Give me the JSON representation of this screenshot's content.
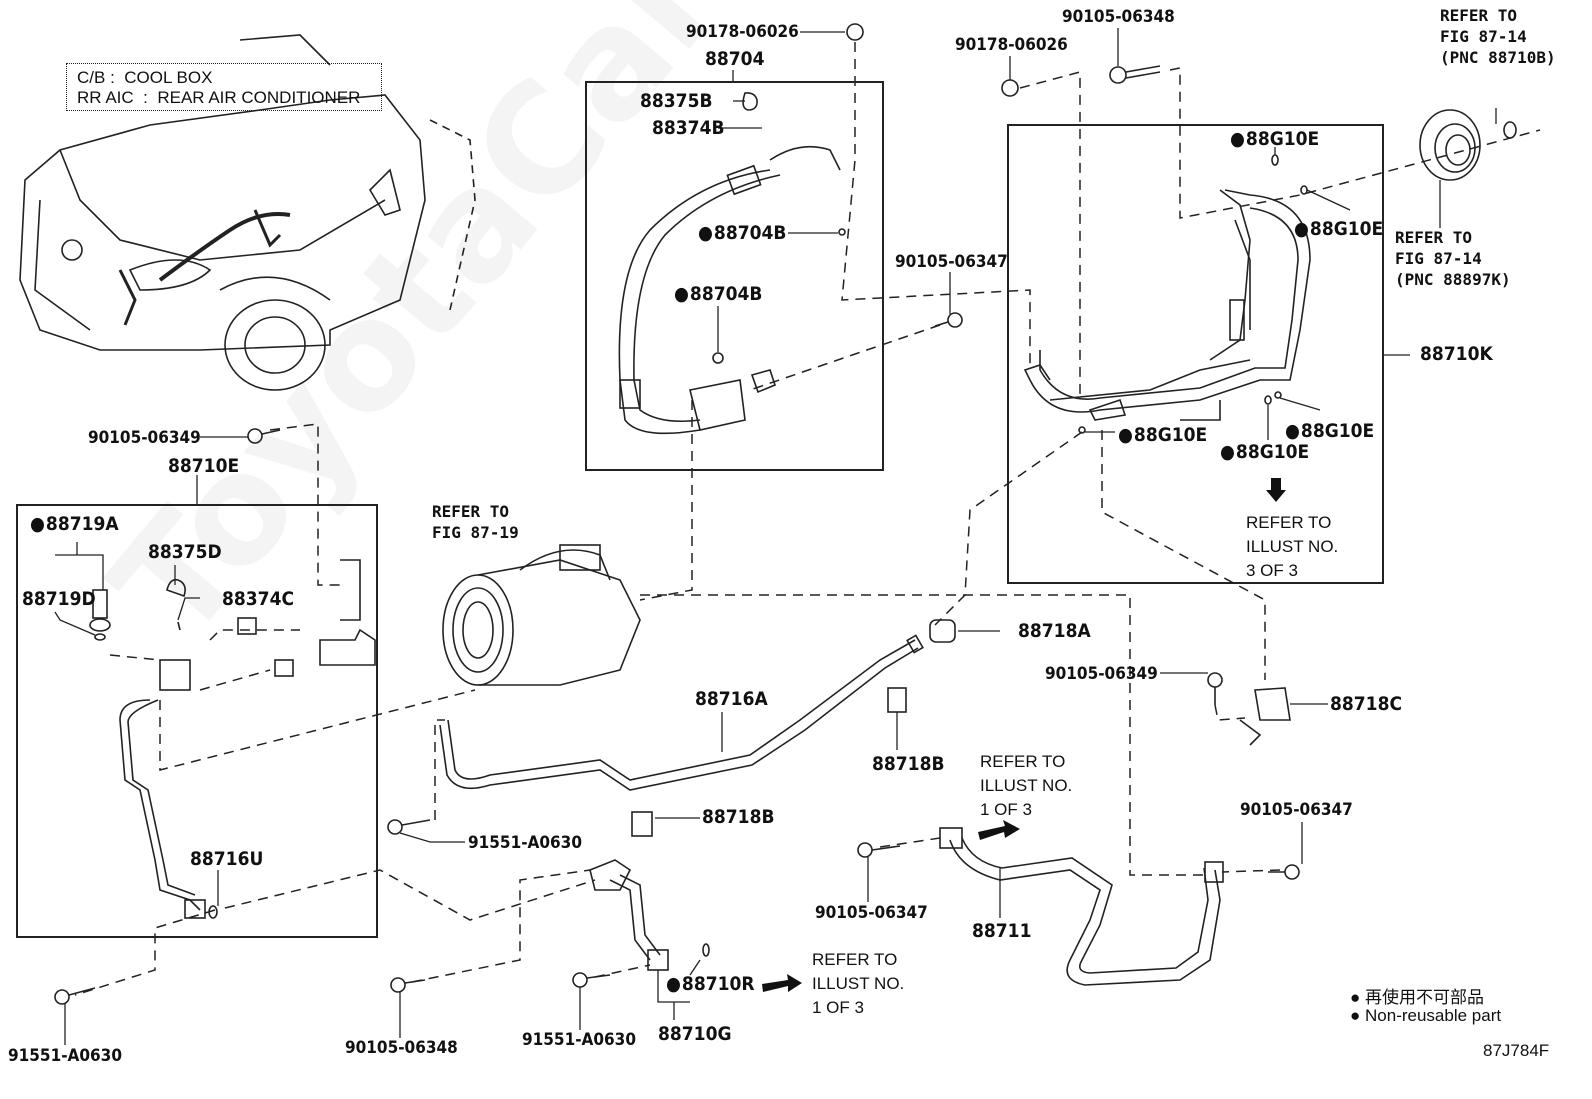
{
  "figure_id": "87J784F",
  "abbreviations": [
    {
      "abbr": "C/B",
      "separator": ":",
      "meaning": "COOL BOX"
    },
    {
      "abbr": "RR AIC",
      "separator": ":",
      "meaning": "REAR AIR CONDITIONER"
    }
  ],
  "watermark": "ToyotaCarMiner.ru",
  "legend": {
    "symbol": "●",
    "japanese": "再使用不可部品",
    "english": "Non-reusable part"
  },
  "groups": {
    "g88704": "88704",
    "g88710E": "88710E",
    "g88710K": "88710K",
    "g88710G": "88710G"
  },
  "parts": {
    "p90178_06026_a": "90178-06026",
    "p88375B": "88375B",
    "p88374B": "88374B",
    "p88704B_a": "88704B",
    "p88704B_b": "88704B",
    "p90178_06026_b": "90178-06026",
    "p90105_06348_top": "90105-06348",
    "p90105_06347_top": "90105-06347",
    "p88G10E_1": "88G10E",
    "p88G10E_2": "88G10E",
    "p88G10E_3": "88G10E",
    "p88G10E_4": "88G10E",
    "p88G10E_5": "88G10E",
    "p90105_06349_left": "90105-06349",
    "p88719A": "88719A",
    "p88375D": "88375D",
    "p88719D": "88719D",
    "p88374C": "88374C",
    "p88716U": "88716U",
    "p88718A": "88718A",
    "p88716A": "88716A",
    "p88718B_a": "88718B",
    "p88718B_b": "88718B",
    "p90105_06349_right": "90105-06349",
    "p88718C": "88718C",
    "p91551_A0630_mid": "91551-A0630",
    "p90105_06347_mid": "90105-06347",
    "p88711": "88711",
    "p90105_06347_right": "90105-06347",
    "p91551_A0630_left": "91551-A0630",
    "p90105_06348_bottom": "90105-06348",
    "p91551_A0630_bottom": "91551-A0630",
    "p88710R": "88710R"
  },
  "non_reusable": [
    "88704B",
    "88G10E",
    "88719A",
    "88710R"
  ],
  "references": {
    "ref_fig_87_19": [
      "REFER TO",
      "FIG 87-19"
    ],
    "ref_pnc_88710B": [
      "REFER TO",
      "FIG 87-14",
      "(PNC 88710B)"
    ],
    "ref_pnc_88897K": [
      "REFER TO",
      "FIG 87-14",
      "(PNC 88897K)"
    ],
    "ref_illust_3of3": [
      "REFER TO",
      "ILLUST NO.",
      "3 OF 3"
    ],
    "ref_illust_1of3_mid": [
      "REFER TO",
      "ILLUST NO.",
      "1 OF 3"
    ],
    "ref_illust_1of3_bottom": [
      "REFER TO",
      "ILLUST NO.",
      "1 OF 3"
    ]
  }
}
